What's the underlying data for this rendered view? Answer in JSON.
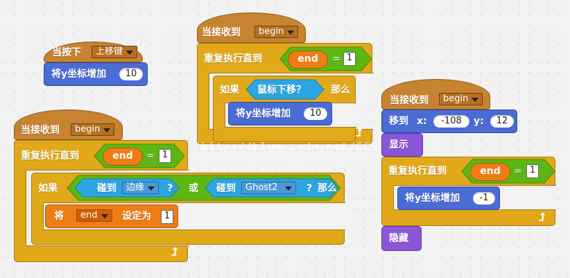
{
  "script1": {
    "hat_label": "当按下",
    "key_dropdown": "上移键",
    "motion_label": "将y坐标增加",
    "motion_value": "10"
  },
  "script2": {
    "hat_label": "当接收到",
    "hat_dropdown": "begin",
    "repeat_label": "重复执行直到",
    "var_name": "end",
    "equals": "=",
    "compare_value": "1",
    "if_label": "如果",
    "sensing_label": "鼠标下移？",
    "then_label": "那么",
    "motion_label": "将y坐标增加",
    "motion_value": "10"
  },
  "script3": {
    "hat_label": "当接收到",
    "hat_dropdown": "begin",
    "repeat_label": "重复执行直到",
    "var_name": "end",
    "equals": "=",
    "compare_value": "1",
    "if_label": "如果",
    "touch_label_1": "碰到",
    "touch_target_1": "边缘",
    "question_1": "?",
    "or_label": "或",
    "touch_label_2": "碰到",
    "touch_target_2": "Ghost2",
    "question_2": "?",
    "then_label": "那么",
    "set_label": "将",
    "set_var": "end",
    "set_to_label": "设定为",
    "set_value": "1"
  },
  "script4": {
    "hat_label": "当接收到",
    "hat_dropdown": "begin",
    "goto_label": "移到",
    "x_label": "x:",
    "x_value": "-108",
    "y_label": "y:",
    "y_value": "12",
    "show_label": "显示",
    "repeat_label": "重复执行直到",
    "var_name": "end",
    "equals": "=",
    "compare_value": "1",
    "motion_label": "将y坐标增加",
    "motion_value": "-1",
    "hide_label": "隐藏"
  },
  "watermark": "http://blog.csdn.net/CCS",
  "colors": {
    "event": "#c88330",
    "control": "#e1a91a",
    "motion": "#4a6cd4",
    "looks": "#8a55d7",
    "operator": "#5cb712",
    "sensing": "#2ca5e2",
    "variable": "#ee7d16"
  }
}
